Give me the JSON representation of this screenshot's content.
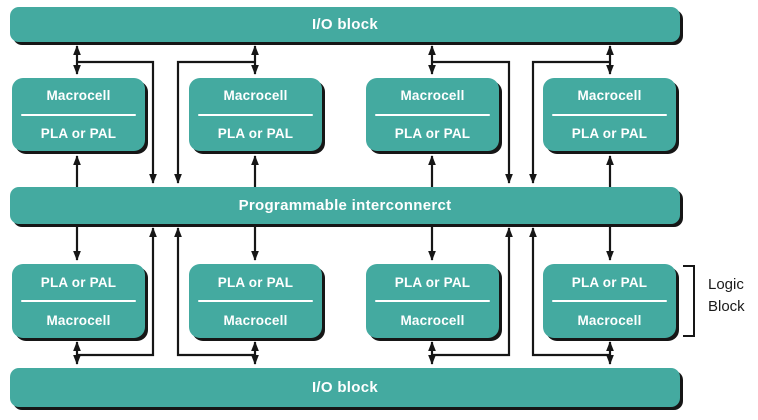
{
  "colors": {
    "teal": "#44aaa0",
    "ink": "#161616",
    "label": "#ffffff",
    "annotation": "#1a1a1a",
    "bg": "#ffffff"
  },
  "bars": {
    "io_top": "I/O block",
    "interconnect": "Programmable interconnerct",
    "io_bottom": "I/O block"
  },
  "upper_boxes": [
    {
      "top": "Macrocell",
      "bottom": "PLA or PAL"
    },
    {
      "top": "Macrocell",
      "bottom": "PLA or PAL"
    },
    {
      "top": "Macrocell",
      "bottom": "PLA or PAL"
    },
    {
      "top": "Macrocell",
      "bottom": "PLA or PAL"
    }
  ],
  "lower_boxes": [
    {
      "top": "PLA or PAL",
      "bottom": "Macrocell"
    },
    {
      "top": "PLA or PAL",
      "bottom": "Macrocell"
    },
    {
      "top": "PLA or PAL",
      "bottom": "Macrocell"
    },
    {
      "top": "PLA or PAL",
      "bottom": "Macrocell"
    }
  ],
  "annotation": {
    "line1": "Logic",
    "line2": "Block"
  }
}
